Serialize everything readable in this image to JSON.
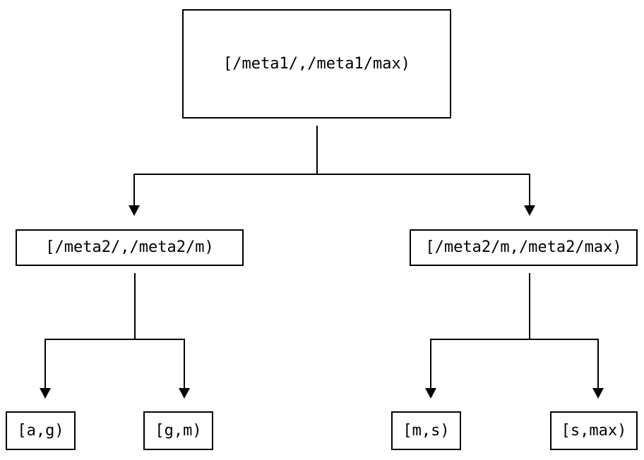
{
  "diagram": {
    "type": "tree",
    "colors": {
      "background": "#ffffff",
      "line": "#000000",
      "text": "#000000",
      "node_fill": "#ffffff"
    },
    "nodes": {
      "root": {
        "label": "[/meta1/,/meta1/max)"
      },
      "meta2_low": {
        "label": "[/meta2/,/meta2/m)"
      },
      "meta2_high": {
        "label": "[/meta2/m,/meta2/max)"
      },
      "leaf_a_g": {
        "label": "[a,g)"
      },
      "leaf_g_m": {
        "label": "[g,m)"
      },
      "leaf_m_s": {
        "label": "[m,s)"
      },
      "leaf_s_max": {
        "label": "[s,max)"
      }
    },
    "edges": [
      {
        "from": "root",
        "to": "meta2_low"
      },
      {
        "from": "root",
        "to": "meta2_high"
      },
      {
        "from": "meta2_low",
        "to": "leaf_a_g"
      },
      {
        "from": "meta2_low",
        "to": "leaf_g_m"
      },
      {
        "from": "meta2_high",
        "to": "leaf_m_s"
      },
      {
        "from": "meta2_high",
        "to": "leaf_s_max"
      }
    ]
  }
}
